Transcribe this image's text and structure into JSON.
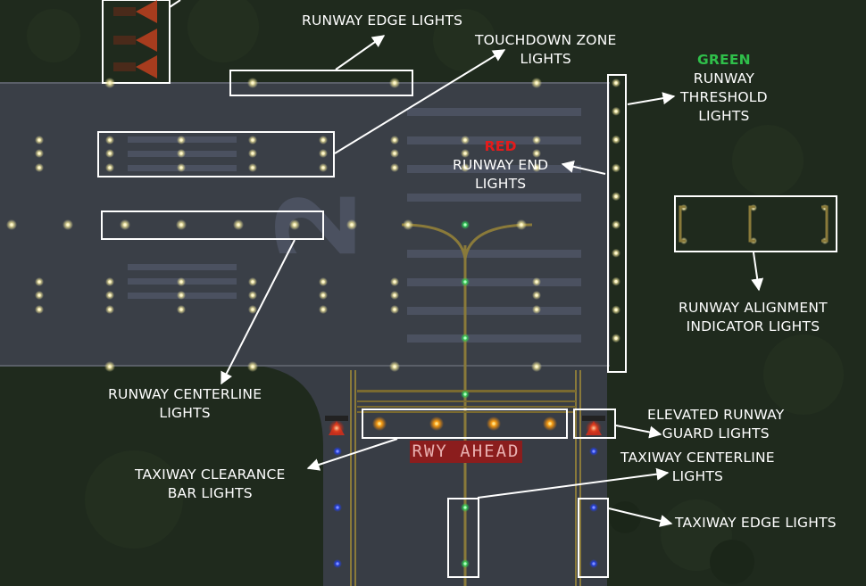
{
  "sign_text": "RWY AHEAD",
  "runway_number": "2",
  "colors": {
    "grass": "#1f2a1d",
    "runway": "#3a3f47",
    "taxiway": "#383d45",
    "white_light": "#f3edb6",
    "green_light": "#2fe05a",
    "amber_light": "#ffb020",
    "blue_light": "#3050ff",
    "red_light": "#e41b1b",
    "green_text": "#2fbf4a",
    "label_text": "#ffffff"
  },
  "labels": {
    "runway_edge": [
      "RUNWAY EDGE LIGHTS"
    ],
    "touchdown_zone": [
      "TOUCHDOWN ZONE",
      "LIGHTS"
    ],
    "threshold_color": "GREEN",
    "threshold": [
      "RUNWAY",
      "THRESHOLD",
      "LIGHTS"
    ],
    "end_color": "RED",
    "runway_end": [
      "RUNWAY END",
      "LIGHTS"
    ],
    "alignment": [
      "RUNWAY ALIGNMENT",
      "INDICATOR LIGHTS"
    ],
    "centerline": [
      "RUNWAY CENTERLINE",
      "LIGHTS"
    ],
    "guard": [
      "ELEVATED RUNWAY",
      "GUARD LIGHTS"
    ],
    "taxi_centerline": [
      "TAXIWAY CENTERLINE",
      "LIGHTS"
    ],
    "clearance_bar": [
      "TAXIWAY CLEARANCE",
      "BAR LIGHTS"
    ],
    "taxi_edge": [
      "TAXIWAY EDGE LIGHTS"
    ]
  }
}
